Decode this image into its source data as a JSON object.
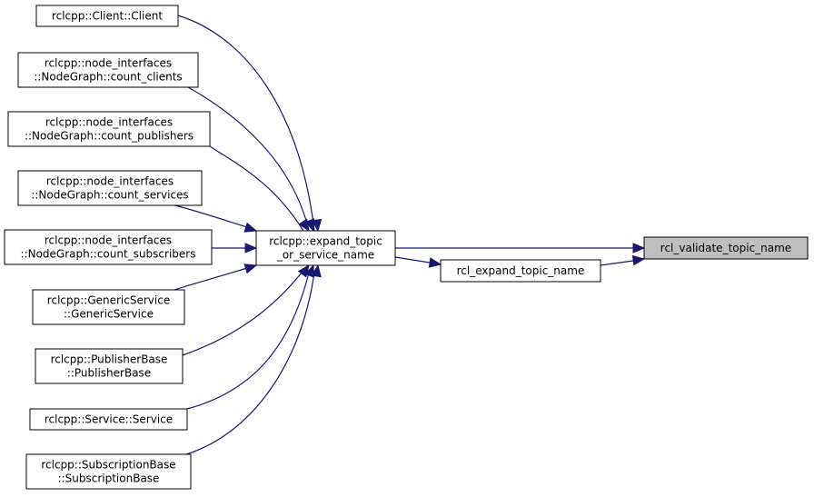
{
  "colors": {
    "edge": "#191970",
    "node_border": "#000000",
    "node_fill": "#ffffff",
    "highlight_fill": "#bfbfbf"
  },
  "nodes": [
    {
      "id": "client",
      "lines": [
        "rclcpp::Client::Client"
      ]
    },
    {
      "id": "count_clients",
      "lines": [
        "rclcpp::node_interfaces",
        "::NodeGraph::count_clients"
      ]
    },
    {
      "id": "count_publishers",
      "lines": [
        "rclcpp::node_interfaces",
        "::NodeGraph::count_publishers"
      ]
    },
    {
      "id": "count_services",
      "lines": [
        "rclcpp::node_interfaces",
        "::NodeGraph::count_services"
      ]
    },
    {
      "id": "count_subscribers",
      "lines": [
        "rclcpp::node_interfaces",
        "::NodeGraph::count_subscribers"
      ]
    },
    {
      "id": "generic_service",
      "lines": [
        "rclcpp::GenericService",
        "::GenericService"
      ]
    },
    {
      "id": "publisher_base",
      "lines": [
        "rclcpp::PublisherBase",
        "::PublisherBase"
      ]
    },
    {
      "id": "service",
      "lines": [
        "rclcpp::Service::Service"
      ]
    },
    {
      "id": "subscription_base",
      "lines": [
        "rclcpp::SubscriptionBase",
        "::SubscriptionBase"
      ]
    },
    {
      "id": "expand_topic",
      "lines": [
        "rclcpp::expand_topic",
        "_or_service_name"
      ]
    },
    {
      "id": "rcl_expand",
      "lines": [
        "rcl_expand_topic_name"
      ]
    },
    {
      "id": "rcl_validate",
      "lines": [
        "rcl_validate_topic_name"
      ],
      "highlight": true
    }
  ],
  "edges": [
    {
      "from": "expand_topic",
      "to": "client"
    },
    {
      "from": "expand_topic",
      "to": "count_clients"
    },
    {
      "from": "expand_topic",
      "to": "count_publishers"
    },
    {
      "from": "expand_topic",
      "to": "count_services"
    },
    {
      "from": "expand_topic",
      "to": "count_subscribers"
    },
    {
      "from": "expand_topic",
      "to": "generic_service"
    },
    {
      "from": "expand_topic",
      "to": "publisher_base"
    },
    {
      "from": "expand_topic",
      "to": "service"
    },
    {
      "from": "expand_topic",
      "to": "subscription_base"
    },
    {
      "from": "rcl_expand",
      "to": "expand_topic"
    },
    {
      "from": "rcl_validate",
      "to": "expand_topic"
    },
    {
      "from": "rcl_validate",
      "to": "rcl_expand"
    }
  ]
}
